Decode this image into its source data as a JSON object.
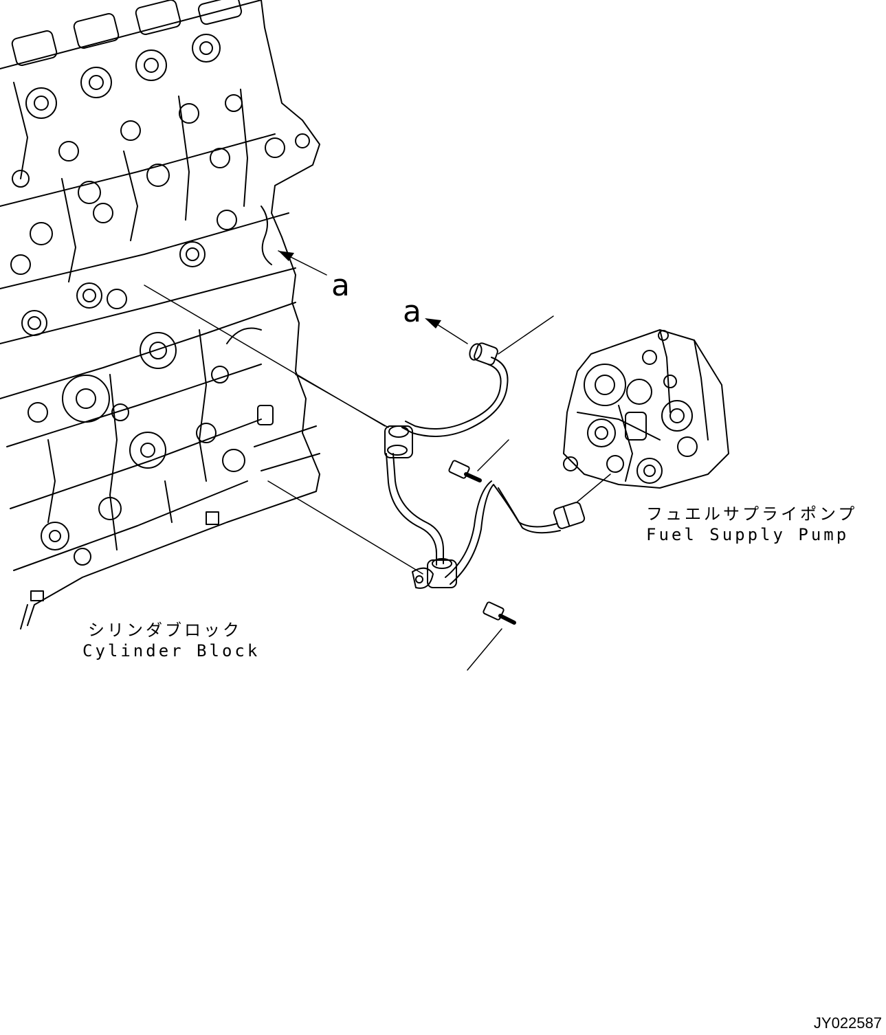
{
  "callouts": {
    "view_a_source": "a",
    "view_a_target": "a"
  },
  "parts": {
    "cylinder_block": {
      "jp": "シリンダブロック",
      "en": "Cylinder Block"
    },
    "fuel_supply_pump": {
      "jp": "フュエルサプライポンプ",
      "en": "Fuel Supply Pump"
    }
  },
  "drawing_number": "JY022587",
  "colors": {
    "line": "#000000",
    "background": "#ffffff"
  }
}
